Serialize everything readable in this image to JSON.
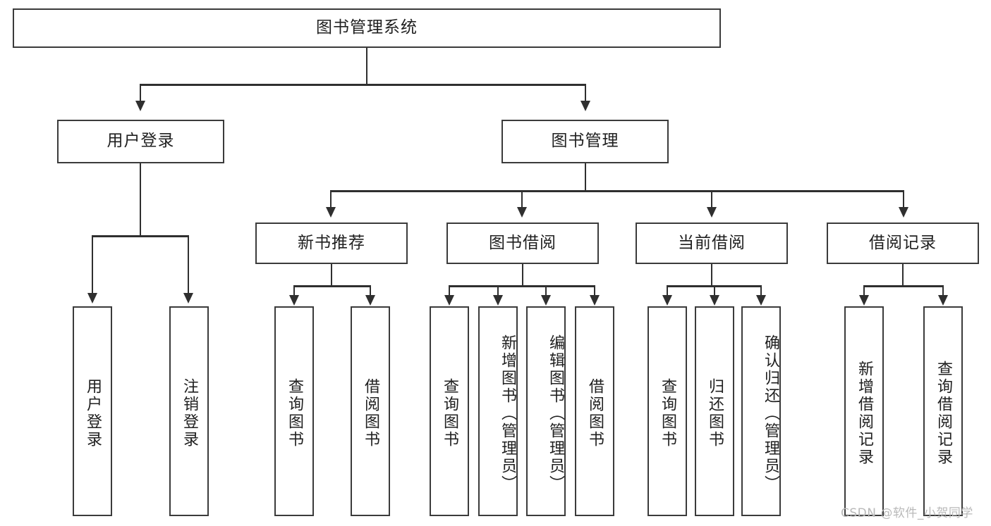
{
  "diagram": {
    "title": "图书管理系统",
    "type": "tree",
    "root": {
      "label": "图书管理系统"
    },
    "level2": [
      {
        "label": "用户登录"
      },
      {
        "label": "图书管理"
      }
    ],
    "level3": [
      {
        "label": "新书推荐"
      },
      {
        "label": "图书借阅"
      },
      {
        "label": "当前借阅"
      },
      {
        "label": "借阅记录"
      }
    ],
    "leaves": [
      {
        "label": "用户登录",
        "parent": "用户登录"
      },
      {
        "label": "注销登录",
        "parent": "用户登录"
      },
      {
        "label": "查询图书",
        "parent": "新书推荐"
      },
      {
        "label": "借阅图书",
        "parent": "新书推荐"
      },
      {
        "label": "查询图书",
        "parent": "图书借阅"
      },
      {
        "label": "新增图书（管理员）",
        "parent": "图书借阅"
      },
      {
        "label": "编辑图书（管理员）",
        "parent": "图书借阅"
      },
      {
        "label": "借阅图书",
        "parent": "图书借阅"
      },
      {
        "label": "查询图书",
        "parent": "当前借阅"
      },
      {
        "label": "归还图书",
        "parent": "当前借阅"
      },
      {
        "label": "确认归还（管理员）",
        "parent": "当前借阅"
      },
      {
        "label": "新增借阅记录",
        "parent": "借阅记录"
      },
      {
        "label": "查询借阅记录",
        "parent": "借阅记录"
      }
    ]
  },
  "watermark": {
    "text": "CSDN @软件_小贺同学"
  },
  "colors": {
    "box_border": "#3b3b3b",
    "line": "#2f2f2f",
    "background": "#ffffff",
    "text": "#202020",
    "watermark": "#b9b9b9"
  }
}
